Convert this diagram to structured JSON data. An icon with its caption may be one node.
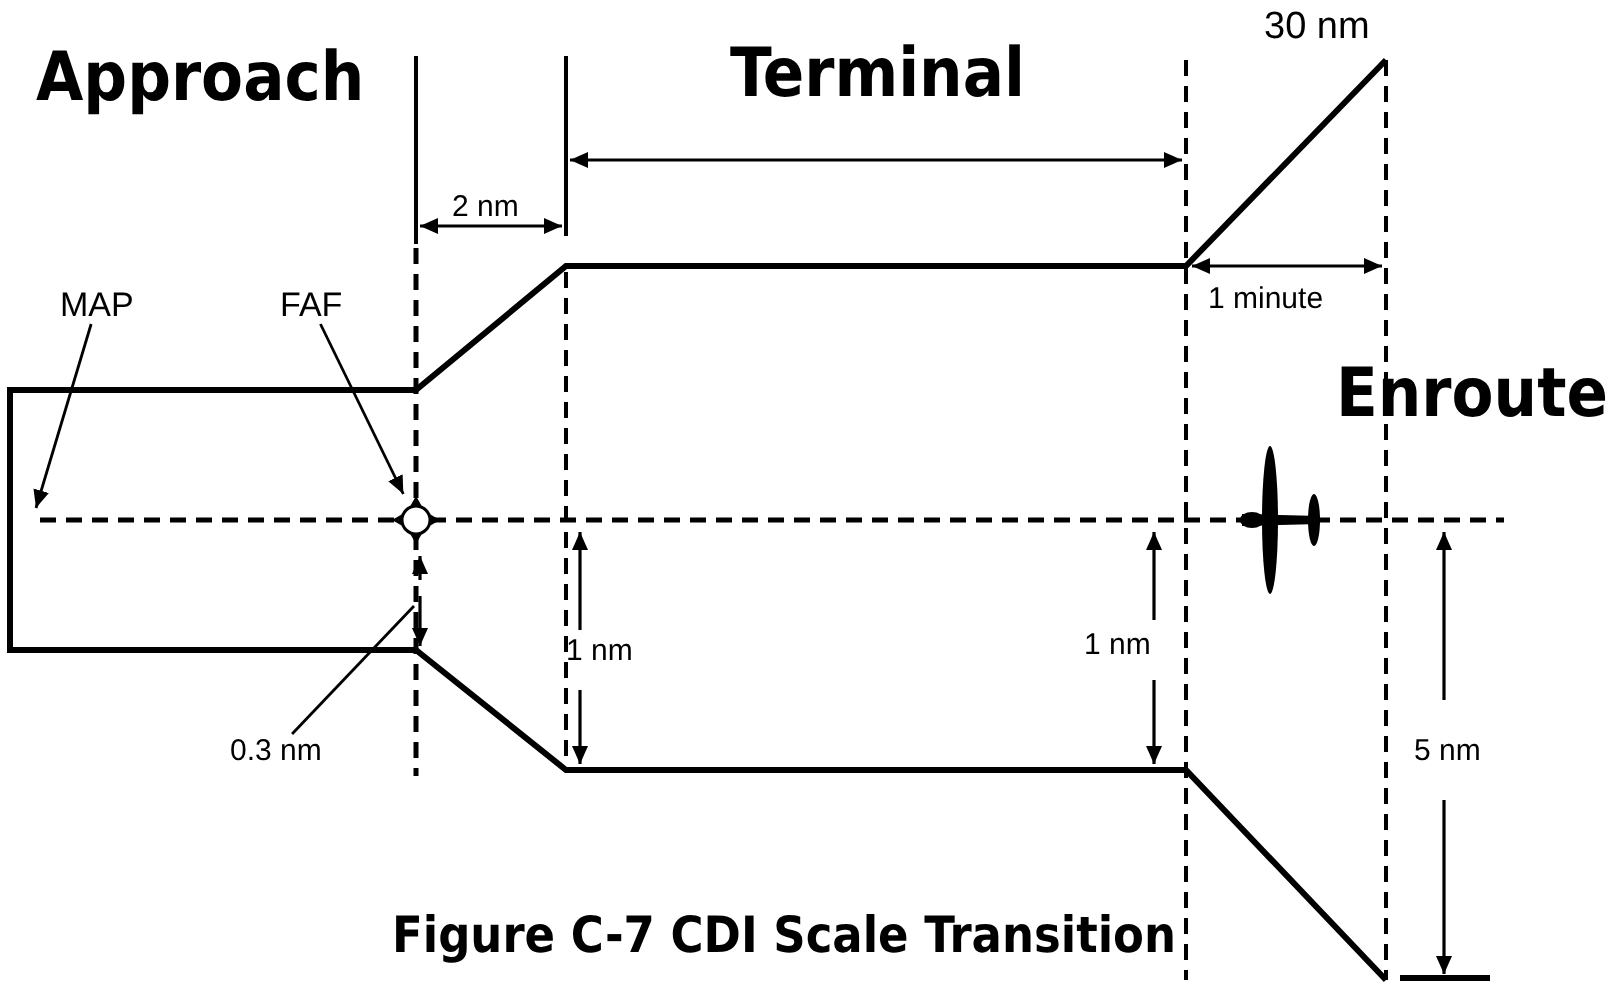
{
  "diagram": {
    "caption": "Figure C-7  CDI Scale Transition",
    "nodes": [
      {
        "text": [
          "MAP"
        ]
      },
      {
        "text": [
          "FAF"
        ]
      },
      {
        "text": [],
        "shape": "circle"
      },
      {
        "text": [
          "0.3 nm"
        ]
      }
    ],
    "edges": [
      {
        "from": 0,
        "to": null,
        "arrow": "to"
      },
      {
        "from": 1,
        "to": 2,
        "arrow": "to"
      },
      {
        "from": 3,
        "to": null,
        "arrow": "none"
      }
    ],
    "labels": [
      "Approach",
      "Terminal",
      "30 nm",
      "2 nm",
      "1 minute",
      "Enroute",
      "1 nm",
      "1 nm",
      "5 nm"
    ]
  }
}
